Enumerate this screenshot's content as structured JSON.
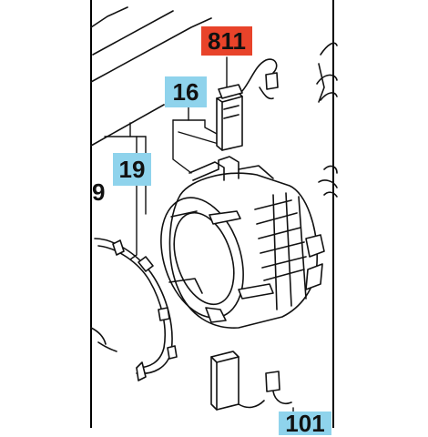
{
  "diagram": {
    "callouts": [
      {
        "id": "part-811",
        "text": "811",
        "fill": "#e8432a"
      },
      {
        "id": "part-16",
        "text": "16",
        "fill": "#8fd3ec"
      },
      {
        "id": "part-19",
        "text": "19",
        "fill": "#8fd3ec"
      },
      {
        "id": "part-101",
        "text": "101",
        "fill": "#8fd3ec"
      }
    ],
    "partial_left_label": "9"
  },
  "colors": {
    "ink": "#111111",
    "frame": "#000000",
    "red_callout": "#e8432a",
    "blue_callout": "#8fd3ec"
  }
}
